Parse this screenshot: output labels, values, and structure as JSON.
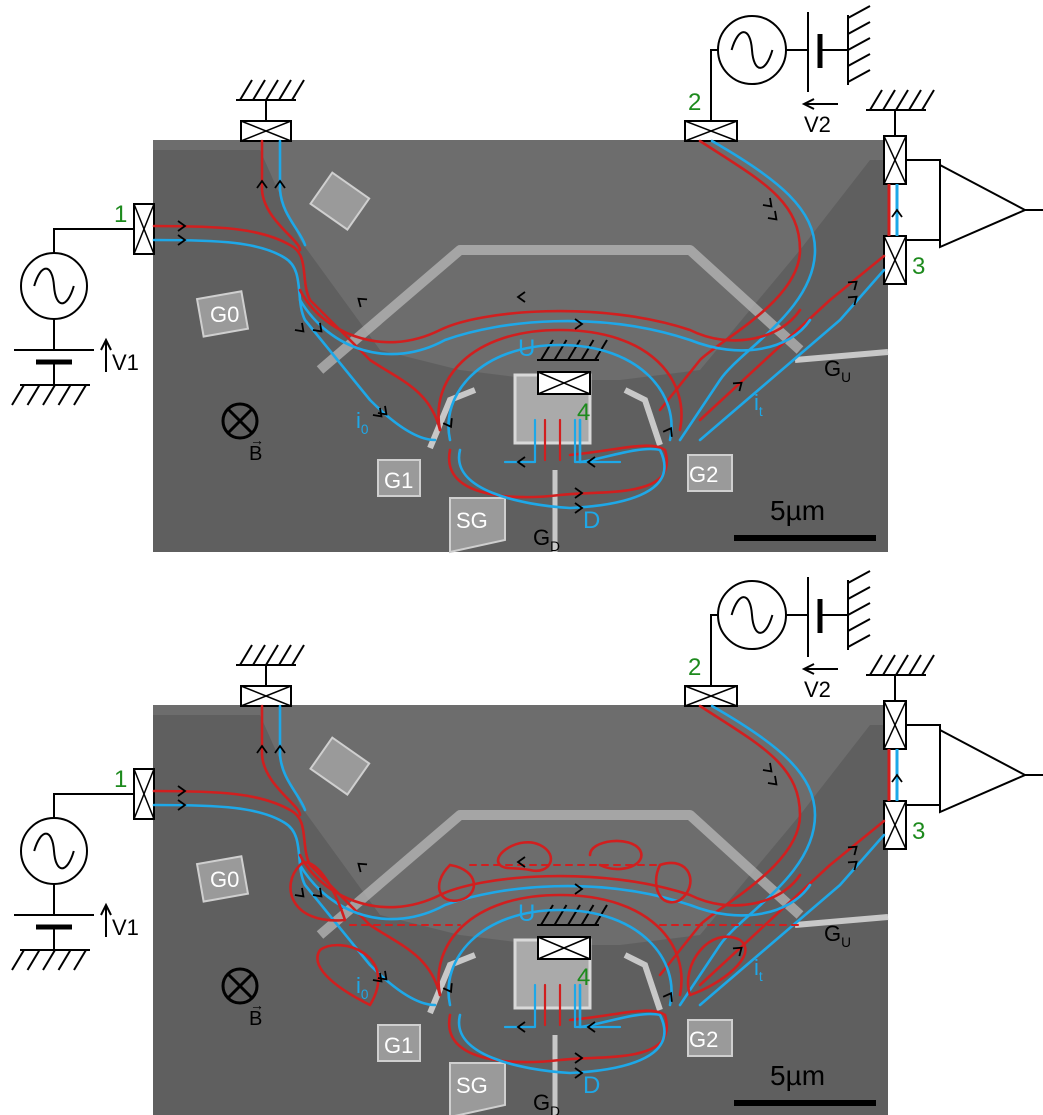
{
  "panels": [
    {
      "id": "top",
      "contacts": {
        "c1": "1",
        "c2": "2",
        "c3": "3",
        "c4": "4"
      },
      "voltage_left": "V1",
      "voltage_right": "V2",
      "gates": {
        "g0": "G0",
        "g1": "G1",
        "g2": "G2",
        "sg": "SG",
        "gu": "G",
        "gu_sub": "U",
        "gd": "G",
        "gd_sub": "D"
      },
      "arm_labels": {
        "u": "U",
        "d": "D"
      },
      "currents": {
        "i0": "i",
        "i0_sub": "0",
        "it": "i",
        "it_sub": "t"
      },
      "field": "B",
      "field_arrow": "→",
      "scale_bar": "5µm"
    },
    {
      "id": "bottom",
      "contacts": {
        "c1": "1",
        "c2": "2",
        "c3": "3",
        "c4": "4"
      },
      "voltage_left": "V1",
      "voltage_right": "V2",
      "gates": {
        "g0": "G0",
        "g1": "G1",
        "g2": "G2",
        "sg": "SG",
        "gu": "G",
        "gu_sub": "U",
        "gd": "G",
        "gd_sub": "D"
      },
      "arm_labels": {
        "u": "U",
        "d": "D"
      },
      "currents": {
        "i0": "i",
        "i0_sub": "0",
        "it": "i",
        "it_sub": "t"
      },
      "field": "B",
      "field_arrow": "→",
      "scale_bar": "5µm"
    }
  ],
  "colors": {
    "edge_red": "#d11f1f",
    "edge_blue": "#1ea8e8",
    "label_green": "#1d8a1d",
    "label_blue": "#1ea8e8",
    "sem_background": "#6b6b6b"
  }
}
